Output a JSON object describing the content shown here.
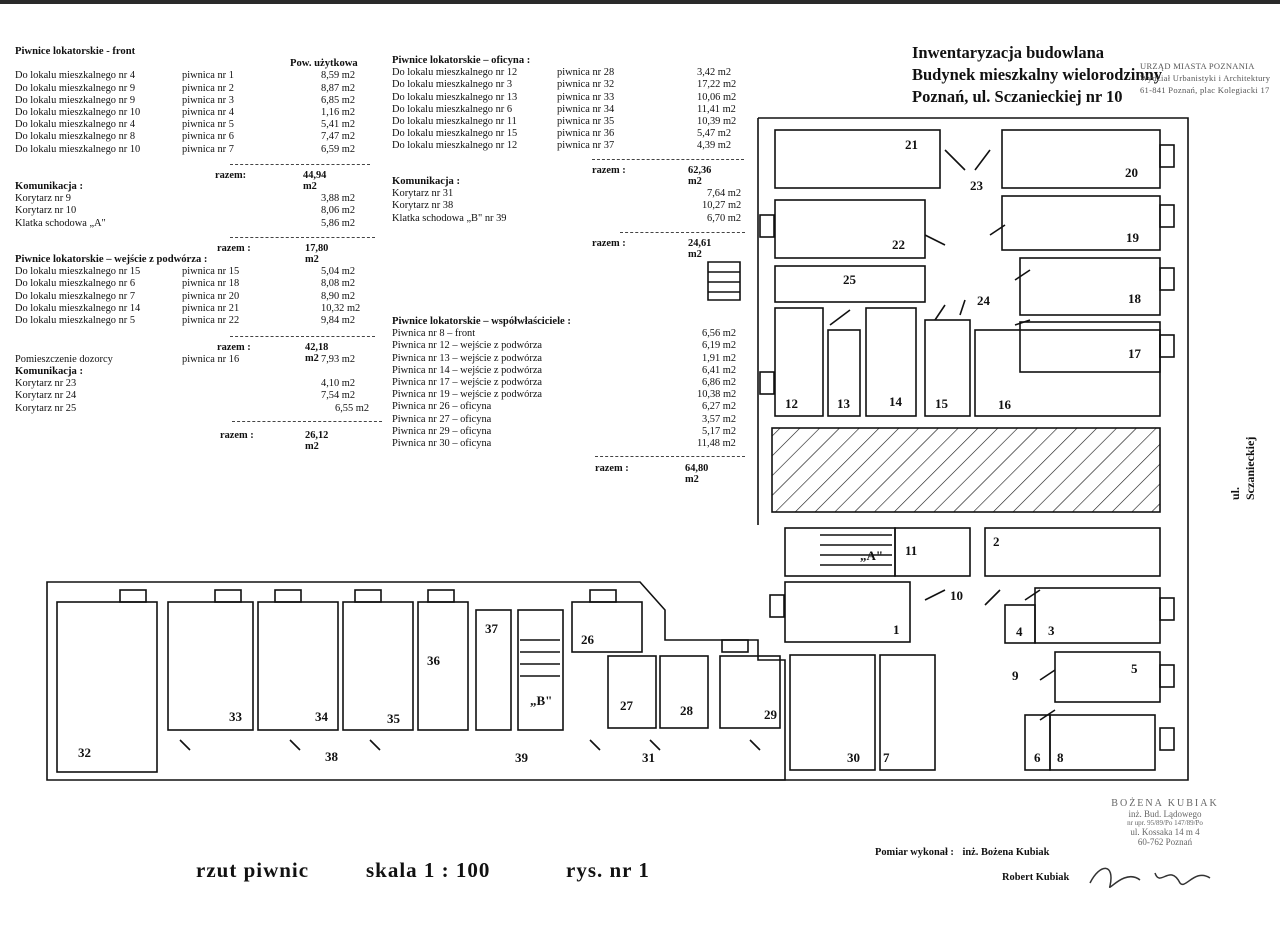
{
  "title": {
    "line1": "Inwentaryzacja budowlana",
    "line2": "Budynek mieszkalny wielorodzinny",
    "line3": "Poznań, ul. Sczanieckiej nr 10"
  },
  "stamp_top": {
    "line1": "URZĄD MIASTA POZNANIA",
    "line2": "Wydział Urbanistyki i Architektury",
    "line3": "61-841 Poznań, plac Kolegiacki 17"
  },
  "street_label": "ul. Sczanieckiej",
  "table_front": {
    "header": "Piwnice lokatorskie - front",
    "col_header": "Pow. użytkowa",
    "rows": [
      {
        "owner": "Do lokalu mieszkalnego nr 4",
        "cellar": "piwnica nr 1",
        "area": "8,59 m2"
      },
      {
        "owner": "Do lokalu mieszkalnego nr 9",
        "cellar": "piwnica nr 2",
        "area": "8,87 m2"
      },
      {
        "owner": "Do lokalu mieszkalnego nr 9",
        "cellar": "piwnica nr 3",
        "area": "6,85 m2"
      },
      {
        "owner": "Do lokalu mieszkalnego nr 10",
        "cellar": "piwnica nr 4",
        "area": "1,16 m2"
      },
      {
        "owner": "Do lokalu mieszkalnego nr 4",
        "cellar": "piwnica nr 5",
        "area": "5,41 m2"
      },
      {
        "owner": "Do lokalu mieszkalnego nr 8",
        "cellar": "piwnica nr 6",
        "area": "7,47 m2"
      },
      {
        "owner": "Do lokalu mieszkalnego nr 10",
        "cellar": "piwnica nr 7",
        "area": "6,59 m2"
      }
    ],
    "sum_label": "razem:",
    "sum": "44,94 m2"
  },
  "komunikacja_front": {
    "header": "Komunikacja :",
    "rows": [
      {
        "name": "Korytarz nr 9",
        "area": "3,88 m2"
      },
      {
        "name": "Korytarz nr 10",
        "area": "8,06 m2"
      },
      {
        "name": "Klatka schodowa „A\"",
        "area": "5,86 m2"
      }
    ],
    "sum_label": "razem :",
    "sum": "17,80 m2"
  },
  "table_podworze": {
    "header": "Piwnice lokatorskie – wejście z podwórza :",
    "rows": [
      {
        "owner": "Do lokalu mieszkalnego nr 15",
        "cellar": "piwnica nr 15",
        "area": "5,04 m2"
      },
      {
        "owner": "Do lokalu mieszkalnego nr 6",
        "cellar": "piwnica nr 18",
        "area": "8,08 m2"
      },
      {
        "owner": "Do lokalu mieszkalnego nr 7",
        "cellar": "piwnica nr 20",
        "area": "8,90 m2"
      },
      {
        "owner": "Do lokalu mieszkalnego nr 14",
        "cellar": "piwnica nr 21",
        "area": "10,32 m2"
      },
      {
        "owner": "Do lokalu mieszkalnego nr 5",
        "cellar": "piwnica nr 22",
        "area": "9,84 m2"
      }
    ],
    "sum_label": "razem :",
    "sum": "42,18 m2",
    "dozorca": {
      "owner": "Pomieszczenie dozorcy",
      "cellar": "piwnica nr 16",
      "area": "7,93 m2"
    }
  },
  "komunikacja_podworze": {
    "header": "Komunikacja :",
    "rows": [
      {
        "name": "Korytarz nr 23",
        "area": "4,10 m2"
      },
      {
        "name": "Korytarz nr 24",
        "area": "7,54 m2"
      },
      {
        "name": "Korytarz nr 25",
        "area": "6,55 m2"
      }
    ],
    "sum_label": "razem :",
    "sum": "26,12 m2"
  },
  "table_oficyna": {
    "header": "Piwnice lokatorskie – oficyna :",
    "rows": [
      {
        "owner": "Do lokalu mieszkalnego nr 12",
        "cellar": "piwnica nr 28",
        "area": "3,42 m2"
      },
      {
        "owner": "Do lokalu mieszkalnego nr 3",
        "cellar": "piwnica nr 32",
        "area": "17,22 m2"
      },
      {
        "owner": "Do lokalu mieszkalnego nr 13",
        "cellar": "piwnica nr 33",
        "area": "10,06 m2"
      },
      {
        "owner": "Do lokalu mieszkalnego nr 6",
        "cellar": "piwnica nr 34",
        "area": "11,41 m2"
      },
      {
        "owner": "Do lokalu mieszkalnego nr 11",
        "cellar": "piwnica nr 35",
        "area": "10,39 m2"
      },
      {
        "owner": "Do lokalu mieszkalnego nr 15",
        "cellar": "piwnica nr 36",
        "area": "5,47 m2"
      },
      {
        "owner": "Do lokalu mieszkalnego nr 12",
        "cellar": "piwnica nr 37",
        "area": "4,39 m2"
      }
    ],
    "sum_label": "razem :",
    "sum": "62,36 m2"
  },
  "komunikacja_oficyna": {
    "header": "Komunikacja :",
    "rows": [
      {
        "name": "Korytarz nr 31",
        "area": "7,64 m2"
      },
      {
        "name": "Korytarz nr 38",
        "area": "10,27 m2"
      },
      {
        "name": "Klatka schodowa „B\" nr 39",
        "area": "6,70 m2"
      }
    ],
    "sum_label": "razem :",
    "sum": "24,61 m2"
  },
  "table_wspol": {
    "header": "Piwnice lokatorskie – współwłaściciele :",
    "rows": [
      {
        "name": "Piwnica nr 8 – front",
        "area": "6,56 m2"
      },
      {
        "name": "Piwnica nr 12 – wejście z podwórza",
        "area": "6,19 m2"
      },
      {
        "name": "Piwnica nr 13 – wejście z podwórza",
        "area": "1,91 m2"
      },
      {
        "name": "Piwnica nr 14 – wejście z podwórza",
        "area": "6,41 m2"
      },
      {
        "name": "Piwnica nr 17 – wejście z podwórza",
        "area": "6,86 m2"
      },
      {
        "name": "Piwnica nr 19 – wejście z podwórza",
        "area": "10,38 m2"
      },
      {
        "name": "Piwnica nr 26 – oficyna",
        "area": "6,27 m2"
      },
      {
        "name": "Piwnica nr 27 – oficyna",
        "area": "3,57 m2"
      },
      {
        "name": "Piwnica nr 29 – oficyna",
        "area": "5,17 m2"
      },
      {
        "name": "Piwnica nr 30 – oficyna",
        "area": "11,48 m2"
      }
    ],
    "sum_label": "razem :",
    "sum": "64,80 m2"
  },
  "rooms": [
    "1",
    "2",
    "3",
    "4",
    "5",
    "6",
    "7",
    "8",
    "9",
    "10",
    "11",
    "12",
    "13",
    "14",
    "15",
    "16",
    "17",
    "18",
    "19",
    "20",
    "21",
    "22",
    "23",
    "24",
    "25",
    "26",
    "27",
    "28",
    "29",
    "30",
    "31",
    "32",
    "33",
    "34",
    "35",
    "36",
    "37",
    "38",
    "39"
  ],
  "stair_a": "„A\"",
  "stair_b": "„B\"",
  "footer": {
    "plan": "rzut piwnic",
    "scale": "skala 1 : 100",
    "drawing": "rys. nr 1"
  },
  "measured_by": {
    "label": "Pomiar wykonał :",
    "name": "inż. Bożena Kubiak",
    "second": "Robert Kubiak"
  },
  "stamp_bottom": {
    "line1": "BOŻENA KUBIAK",
    "line2": "inż. Bud. Lądowego",
    "line3": "nr upr. 95/89/Po 147/89/Po",
    "line4": "ul. Kossaka 14 m 4",
    "line5": "60-762 Poznań"
  }
}
